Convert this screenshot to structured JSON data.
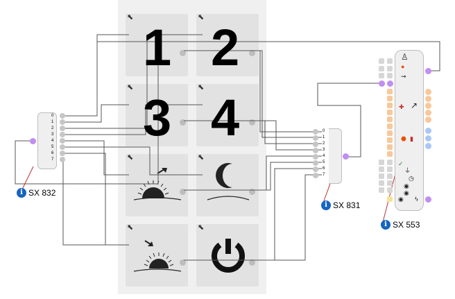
{
  "tiles": {
    "n1": "1",
    "n2": "2",
    "n3": "3",
    "n4": "4"
  },
  "modules": {
    "left": {
      "label": "SX 832",
      "pins": [
        "0",
        "1",
        "2",
        "3",
        "4",
        "5",
        "6",
        "7"
      ]
    },
    "mid": {
      "label": "SX 831",
      "pins": [
        "0",
        "1",
        "2",
        "3",
        "4",
        "5",
        "6",
        "7"
      ]
    },
    "right": {
      "label": "SX 553"
    }
  },
  "icons": {
    "cursor": "pointer-cursor-icon",
    "sunrise": "sunrise-icon",
    "moon": "crescent-moon-icon",
    "sunset": "sunset-icon",
    "power": "power-icon",
    "info": "info-icon"
  },
  "colors": {
    "port": "#bdbdbd",
    "purple_port": "#c08ef0",
    "orange_port": "#f8c89a",
    "blue_port": "#a9c8f5",
    "info": "#1565c0"
  }
}
